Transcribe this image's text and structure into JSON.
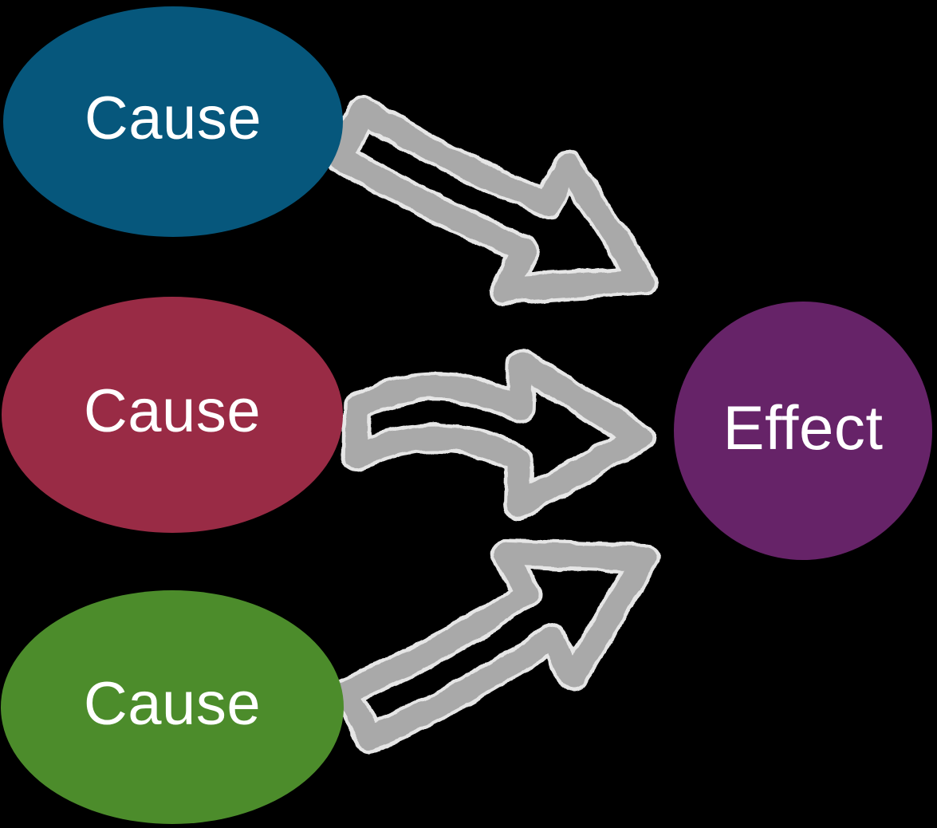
{
  "background_color": "#000000",
  "text_color": "#FFFFFF",
  "arrow_color": "#A9A9A9",
  "arrow_halo_color": "#FFFFFF",
  "nodes": {
    "cause1": {
      "label": "Cause",
      "shape": "ellipse",
      "color": "#06577C"
    },
    "cause2": {
      "label": "Cause",
      "shape": "ellipse",
      "color": "#992B45"
    },
    "cause3": {
      "label": "Cause",
      "shape": "ellipse",
      "color": "#4C8C2B"
    },
    "effect": {
      "label": "Effect",
      "shape": "circle",
      "color": "#662368"
    }
  },
  "connections": [
    {
      "from": "cause1",
      "to": "effect"
    },
    {
      "from": "cause2",
      "to": "effect"
    },
    {
      "from": "cause3",
      "to": "effect"
    }
  ]
}
